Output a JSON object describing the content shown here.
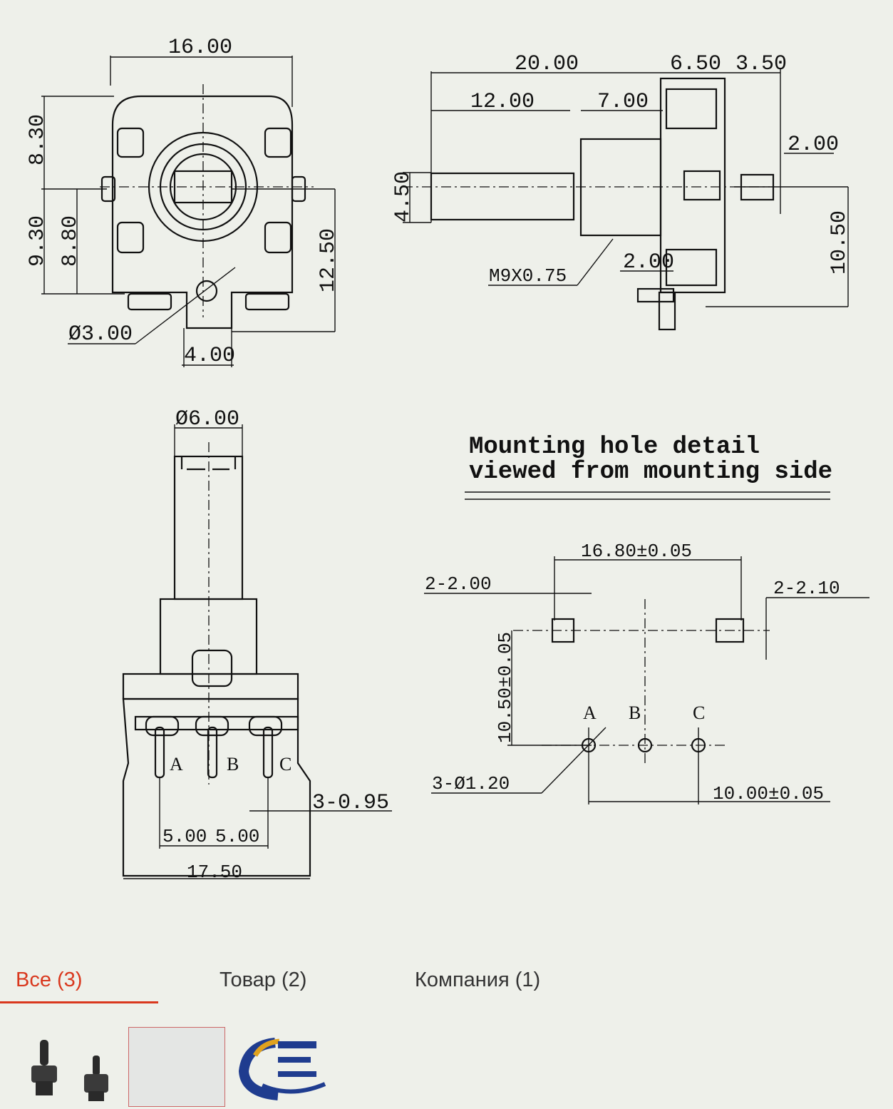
{
  "drawing": {
    "top_view": {
      "width": "16.00",
      "h1": "8.30",
      "h2": "9.30",
      "h3": "8.80",
      "h4": "12.50",
      "dia": "Ø3.00",
      "w4": "4.00"
    },
    "side_view": {
      "total": "20.00",
      "d1": "6.50",
      "d2": "3.50",
      "shaft": "12.00",
      "bush": "7.00",
      "pin": "2.00",
      "h1": "4.50",
      "thread": "M9X0.75",
      "pin2": "2.00",
      "h2": "10.50"
    },
    "front_view": {
      "shaft_dia": "Ø6.00",
      "pin_a": "A",
      "pin_b": "B",
      "pin_c": "C",
      "pitch1": "5.00",
      "pitch2": "5.00",
      "pin_w": "3-0.95",
      "width": "17.50"
    },
    "mounting": {
      "title_line1": "Mounting hole detail",
      "title_line2": "viewed from mounting side",
      "span": "16.80±0.05",
      "hole_left": "2-2.00",
      "hole_right": "2-2.10",
      "vertical": "10.50±0.05",
      "pin_a": "A",
      "pin_b": "B",
      "pin_c": "C",
      "pin_holes": "3-Ø1.20",
      "pin_span": "10.00±0.05"
    }
  },
  "tabs": [
    {
      "label": "Все (3)",
      "active": true
    },
    {
      "label": "Товар (2)",
      "active": false
    },
    {
      "label": "Компания (1)",
      "active": false
    }
  ],
  "colors": {
    "accent": "#d9381e",
    "background": "#eef0ea",
    "ink": "#111111"
  },
  "results": [
    {
      "icon": "potentiometer-product-icon"
    },
    {
      "icon": "blank-product-icon"
    },
    {
      "icon": "company-logo-icon"
    }
  ]
}
